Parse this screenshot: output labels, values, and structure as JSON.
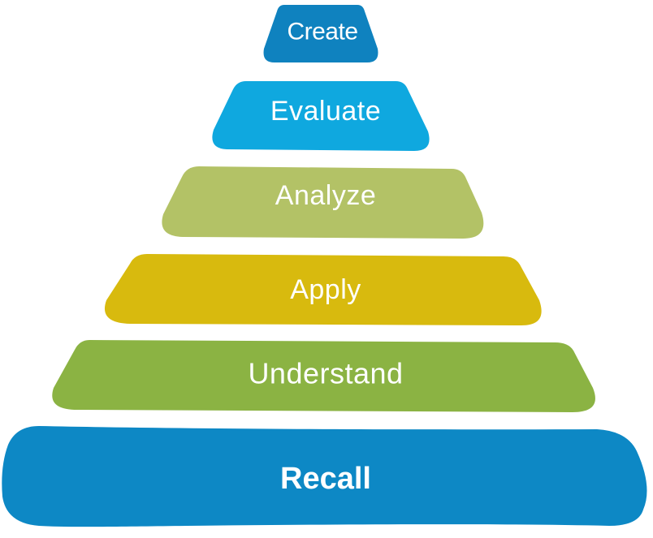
{
  "tiers": [
    {
      "key": "create",
      "label": "Create",
      "color": "#0F82BF"
    },
    {
      "key": "evaluate",
      "label": "Evaluate",
      "color": "#0FA8DF"
    },
    {
      "key": "analyze",
      "label": "Analyze",
      "color": "#B3C266"
    },
    {
      "key": "apply",
      "label": "Apply",
      "color": "#D8BA0E"
    },
    {
      "key": "understand",
      "label": "Understand",
      "color": "#8BB343"
    },
    {
      "key": "recall",
      "label": "Recall",
      "color": "#0D88C5"
    }
  ]
}
